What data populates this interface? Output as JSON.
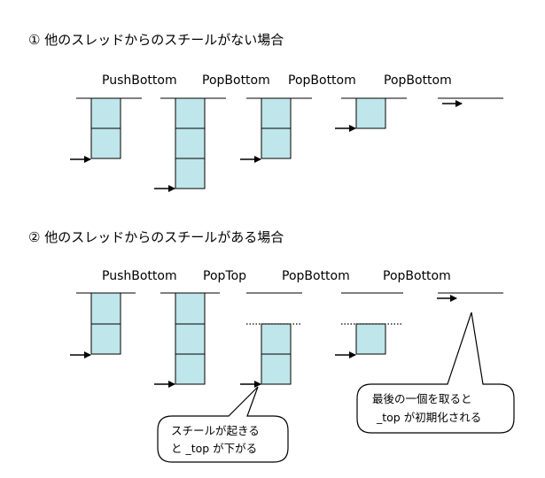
{
  "sections": [
    {
      "heading": "① 他のスレッドからのスチールがない場合",
      "operations": [
        "PushBottom",
        "PopBottom",
        "PopBottom",
        "PopBottom"
      ]
    },
    {
      "heading": "② 他のスレッドからのスチールがある場合",
      "operations": [
        "PushBottom",
        "PopTop",
        "PopBottom",
        "PopBottom"
      ]
    }
  ],
  "callouts": [
    {
      "lines": [
        "スチールが起きる",
        "と _top が下がる"
      ]
    },
    {
      "lines": [
        "最後の一個を取ると",
        "_top が初期化される"
      ]
    }
  ],
  "colors": {
    "cell_fill": "#bfe6ea",
    "stroke": "#000000",
    "background": "#ffffff"
  }
}
